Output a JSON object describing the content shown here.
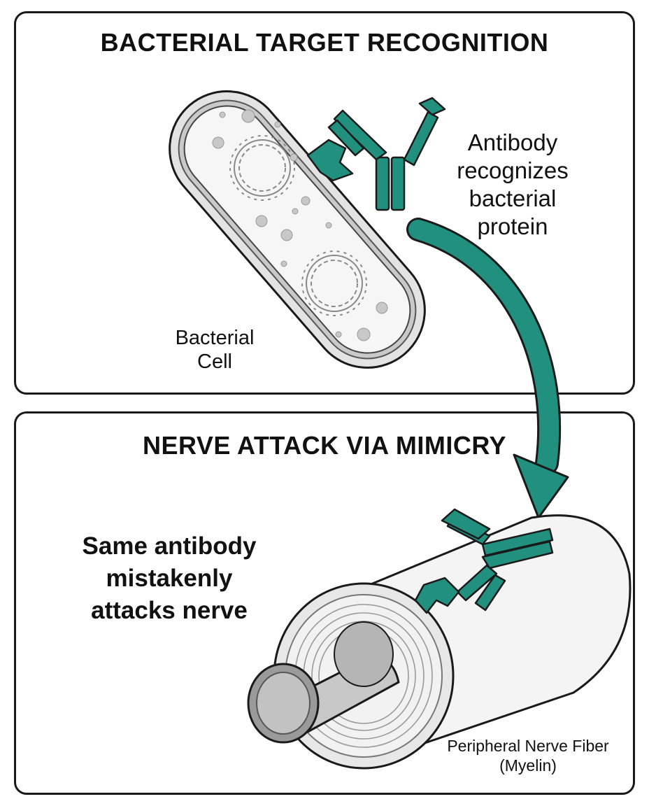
{
  "top_panel": {
    "title": "BACTERIAL TARGET RECOGNITION",
    "antibody_label_lines": [
      "Antibody",
      "recognizes",
      "bacterial",
      "protein"
    ],
    "cell_label_lines": [
      "Bacterial",
      "Cell"
    ]
  },
  "bottom_panel": {
    "title": "NERVE ATTACK VIA MIMICRY",
    "mimicry_label_lines": [
      "Same antibody",
      "mistakenly",
      "attacks nerve"
    ],
    "nerve_label_lines": [
      "Peripheral Nerve Fiber",
      "(Myelin)"
    ]
  },
  "colors": {
    "antibody": "#21907f",
    "outline": "#1a1a1a",
    "cell_fill": "#f1f1f1",
    "nerve_fill": "#f4f4f4"
  }
}
